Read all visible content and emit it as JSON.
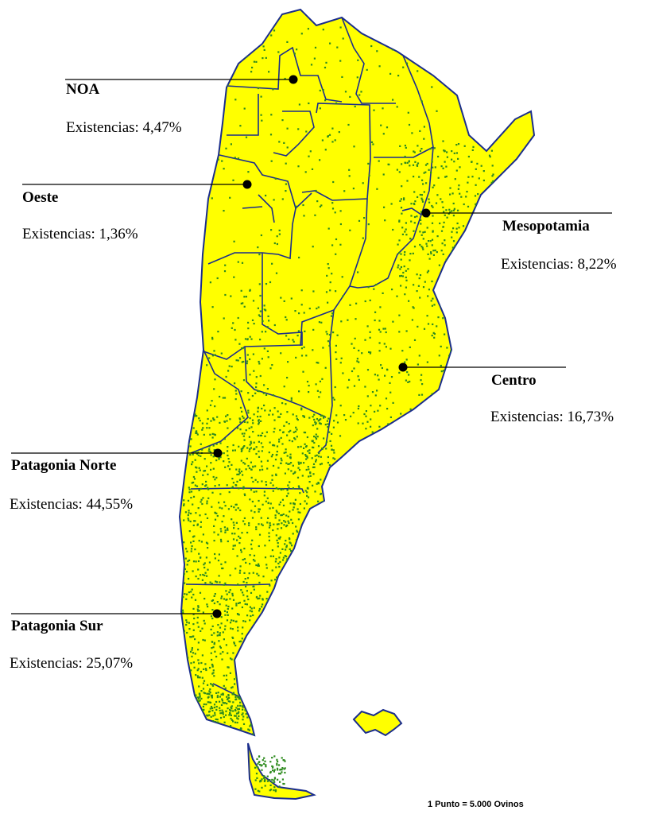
{
  "colors": {
    "land": "#ffff00",
    "border": "#1a2d8c",
    "dots": "#2e8b1e",
    "pale": "#d8e0d0",
    "leader": "#000000"
  },
  "regions": [
    {
      "id": "noa",
      "name": "NOA",
      "stock_label": "Existencias: 4,47%",
      "share_pct": 4.47
    },
    {
      "id": "oeste",
      "name": "Oeste",
      "stock_label": "Existencias: 1,36%",
      "share_pct": 1.36
    },
    {
      "id": "mesopotamia",
      "name": "Mesopotamia",
      "stock_label": "Existencias: 8,22%",
      "share_pct": 8.22
    },
    {
      "id": "centro",
      "name": "Centro",
      "stock_label": "Existencias: 16,73%",
      "share_pct": 16.73
    },
    {
      "id": "patagonia-norte",
      "name": "Patagonia Norte",
      "stock_label": "Existencias: 44,55%",
      "share_pct": 44.55
    },
    {
      "id": "patagonia-sur",
      "name": "Patagonia Sur",
      "stock_label": "Existencias: 25,07%",
      "share_pct": 25.07
    }
  ],
  "legend": {
    "dot_value": "1 Punto = 5.000 Ovinos"
  }
}
